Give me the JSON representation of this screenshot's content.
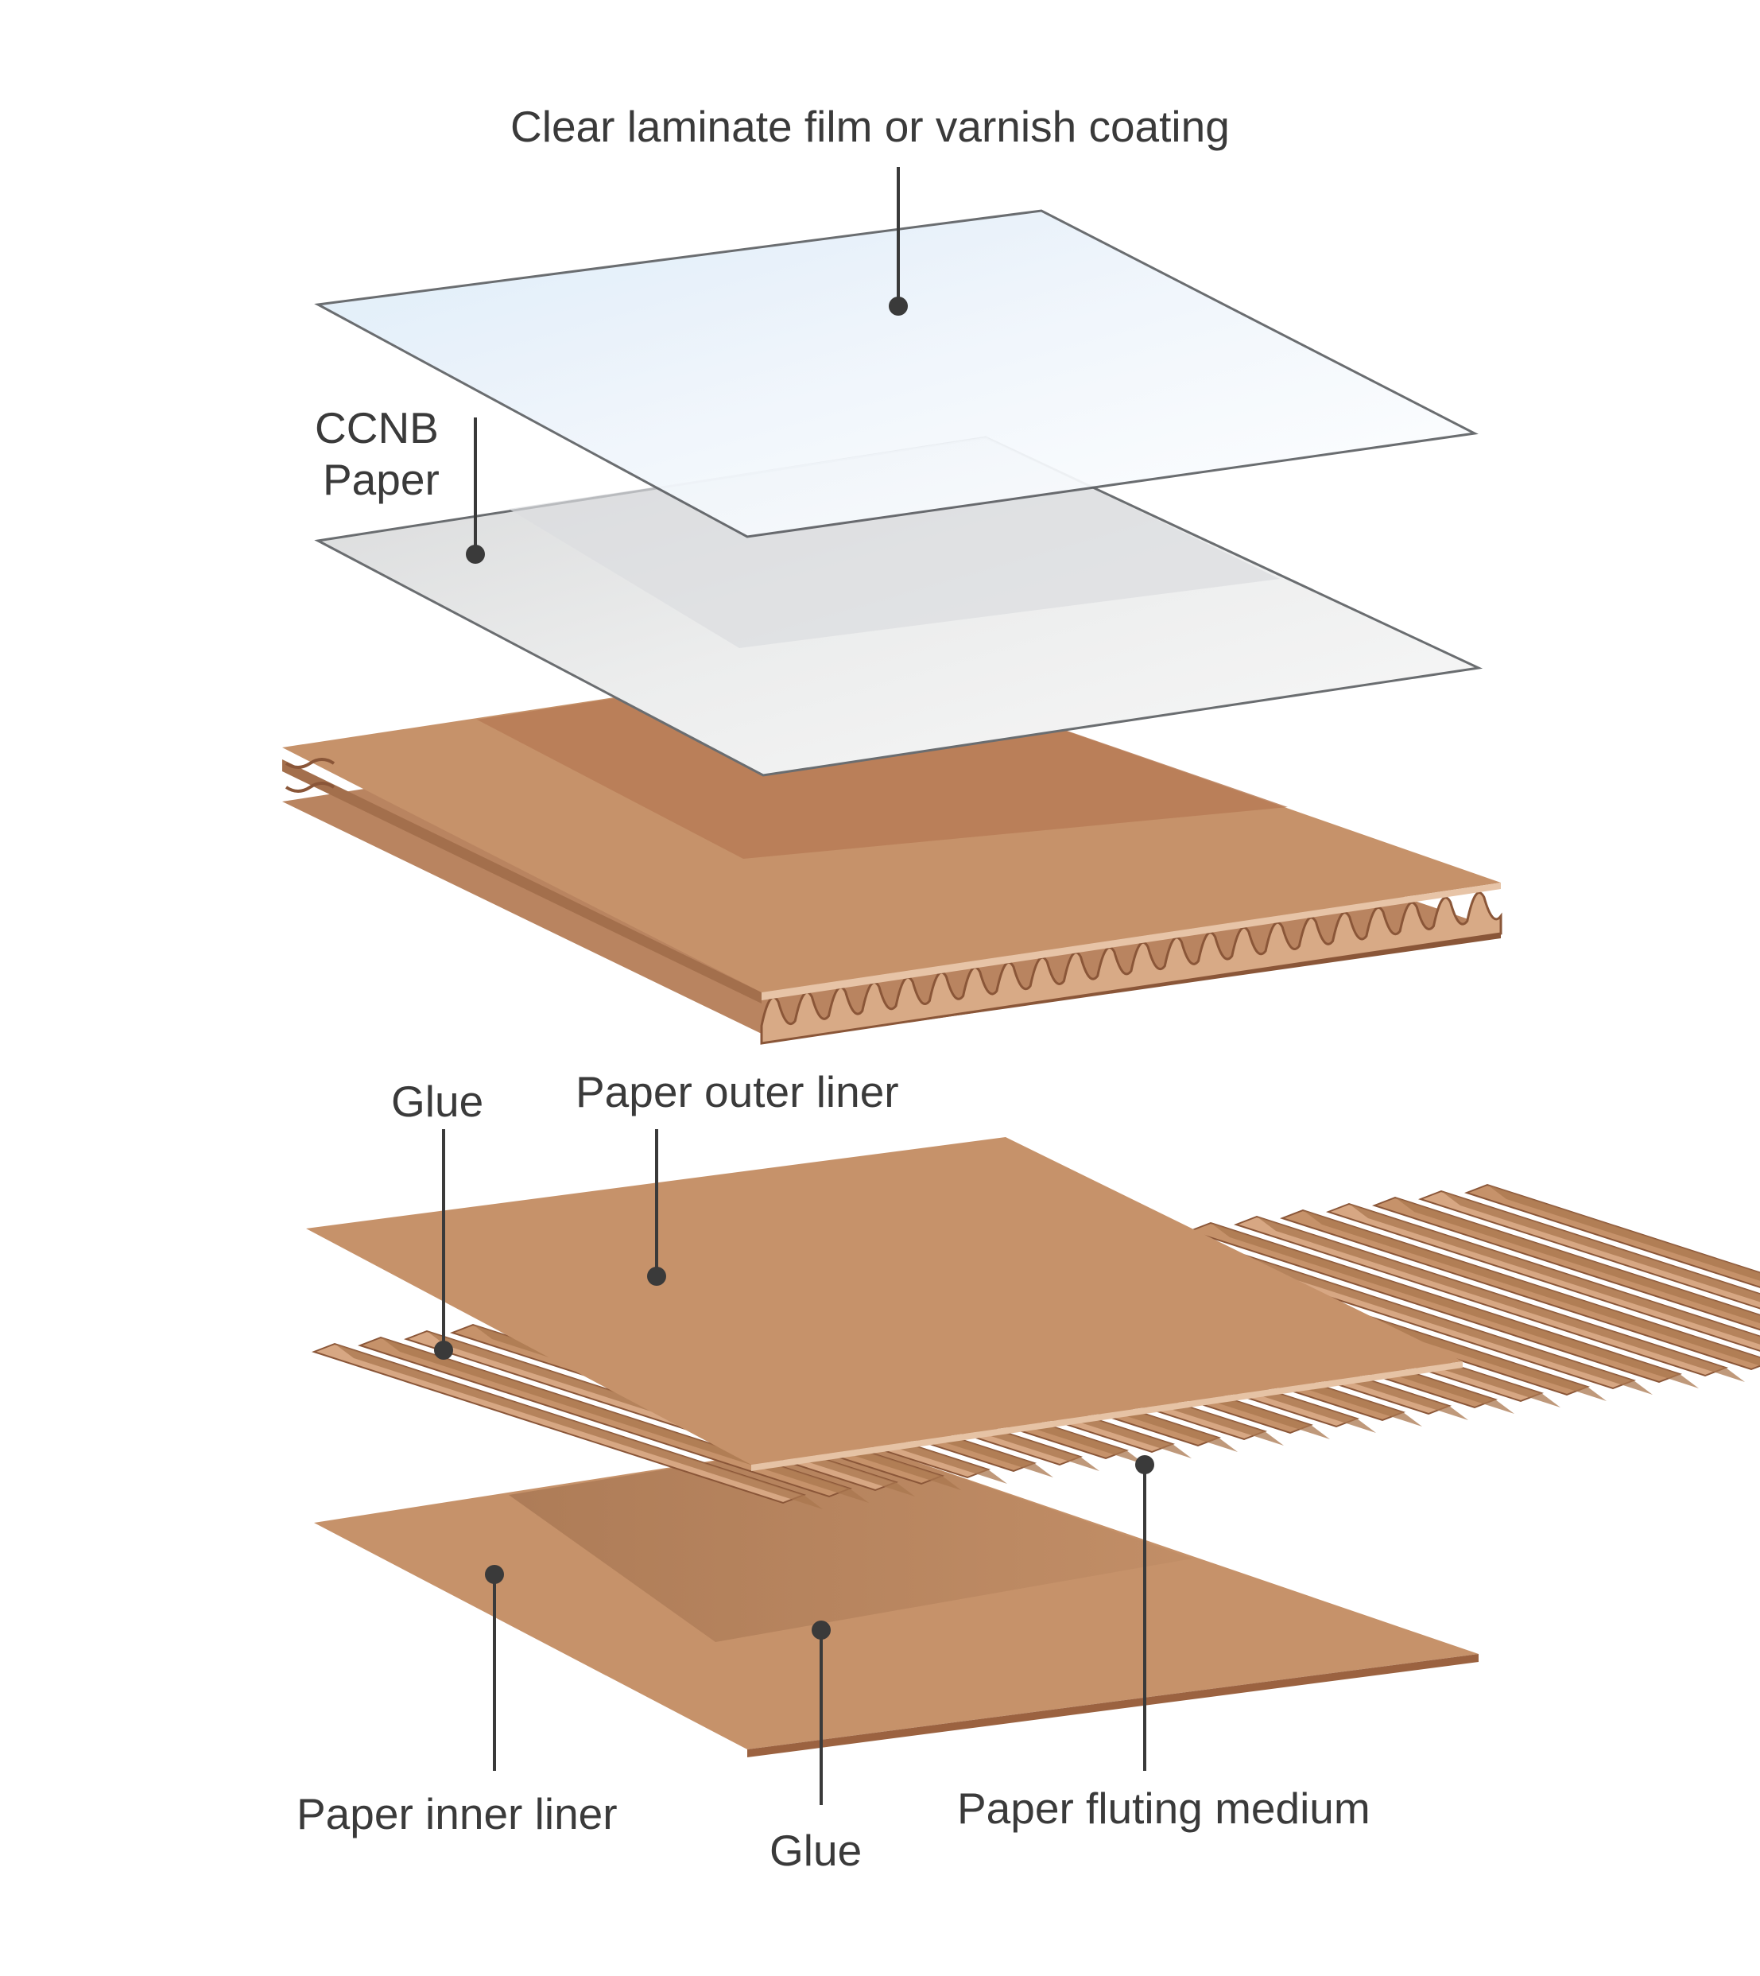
{
  "labels": {
    "clear_film": "Clear laminate film or varnish coating",
    "ccnb_line1": "CCNB",
    "ccnb_line2": "Paper",
    "glue_top": "Glue",
    "outer_liner": "Paper outer liner",
    "inner_liner": "Paper inner liner",
    "glue_bottom": "Glue",
    "fluting": "Paper fluting medium"
  },
  "colors": {
    "kraft": "#c6926a",
    "kraft_dark": "#a9774f",
    "kraft_edge": "#8a5638",
    "film": "#e8f2fb",
    "ccnb": "#e9eaeb",
    "leader": "#3a3a3a",
    "text": "#3a3a3a"
  }
}
